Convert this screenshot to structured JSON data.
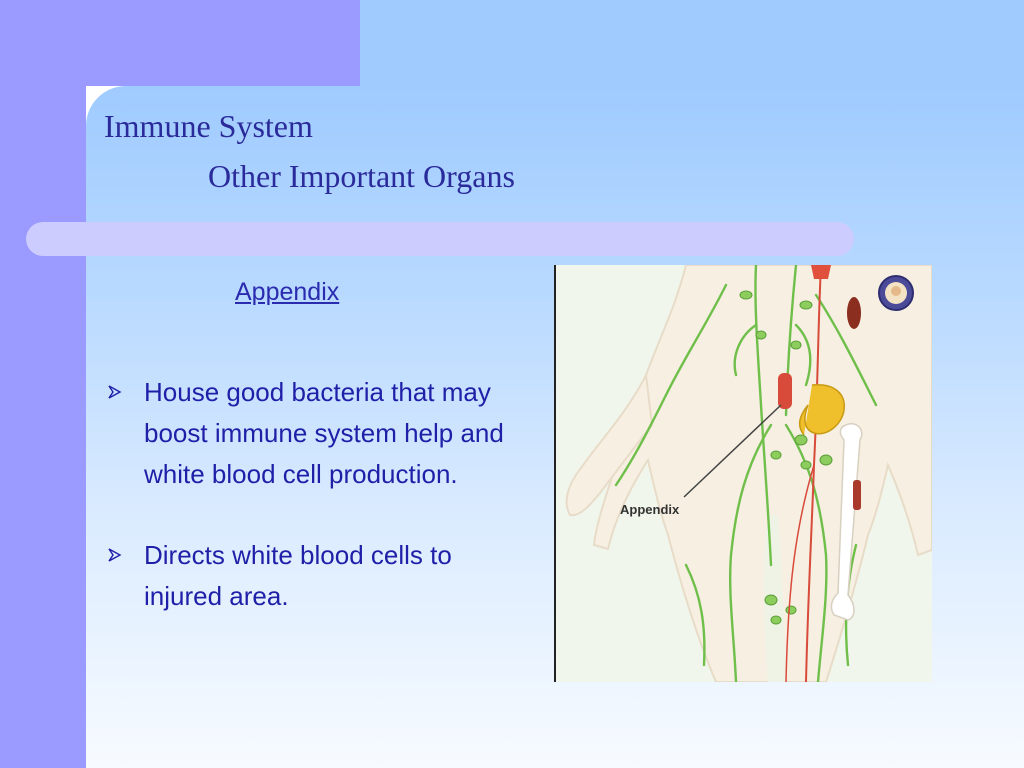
{
  "slide": {
    "title_line1": "Immune System",
    "title_line2": "Other Important Organs",
    "subheading": "Appendix",
    "bullets": [
      {
        "text": "House good bacteria that may boost immune system help and white blood cell production."
      },
      {
        "text": "Directs white blood cells to injured area."
      }
    ],
    "figure": {
      "label": "Appendix",
      "icon": "anatomy-illustration"
    }
  },
  "colors": {
    "accent_purple": "#9a9aff",
    "panel_blue": "#9fcbff",
    "bar_lavender": "#ccccff",
    "text_blue": "#1f1fa8",
    "title_blue": "#2a2a9a"
  }
}
